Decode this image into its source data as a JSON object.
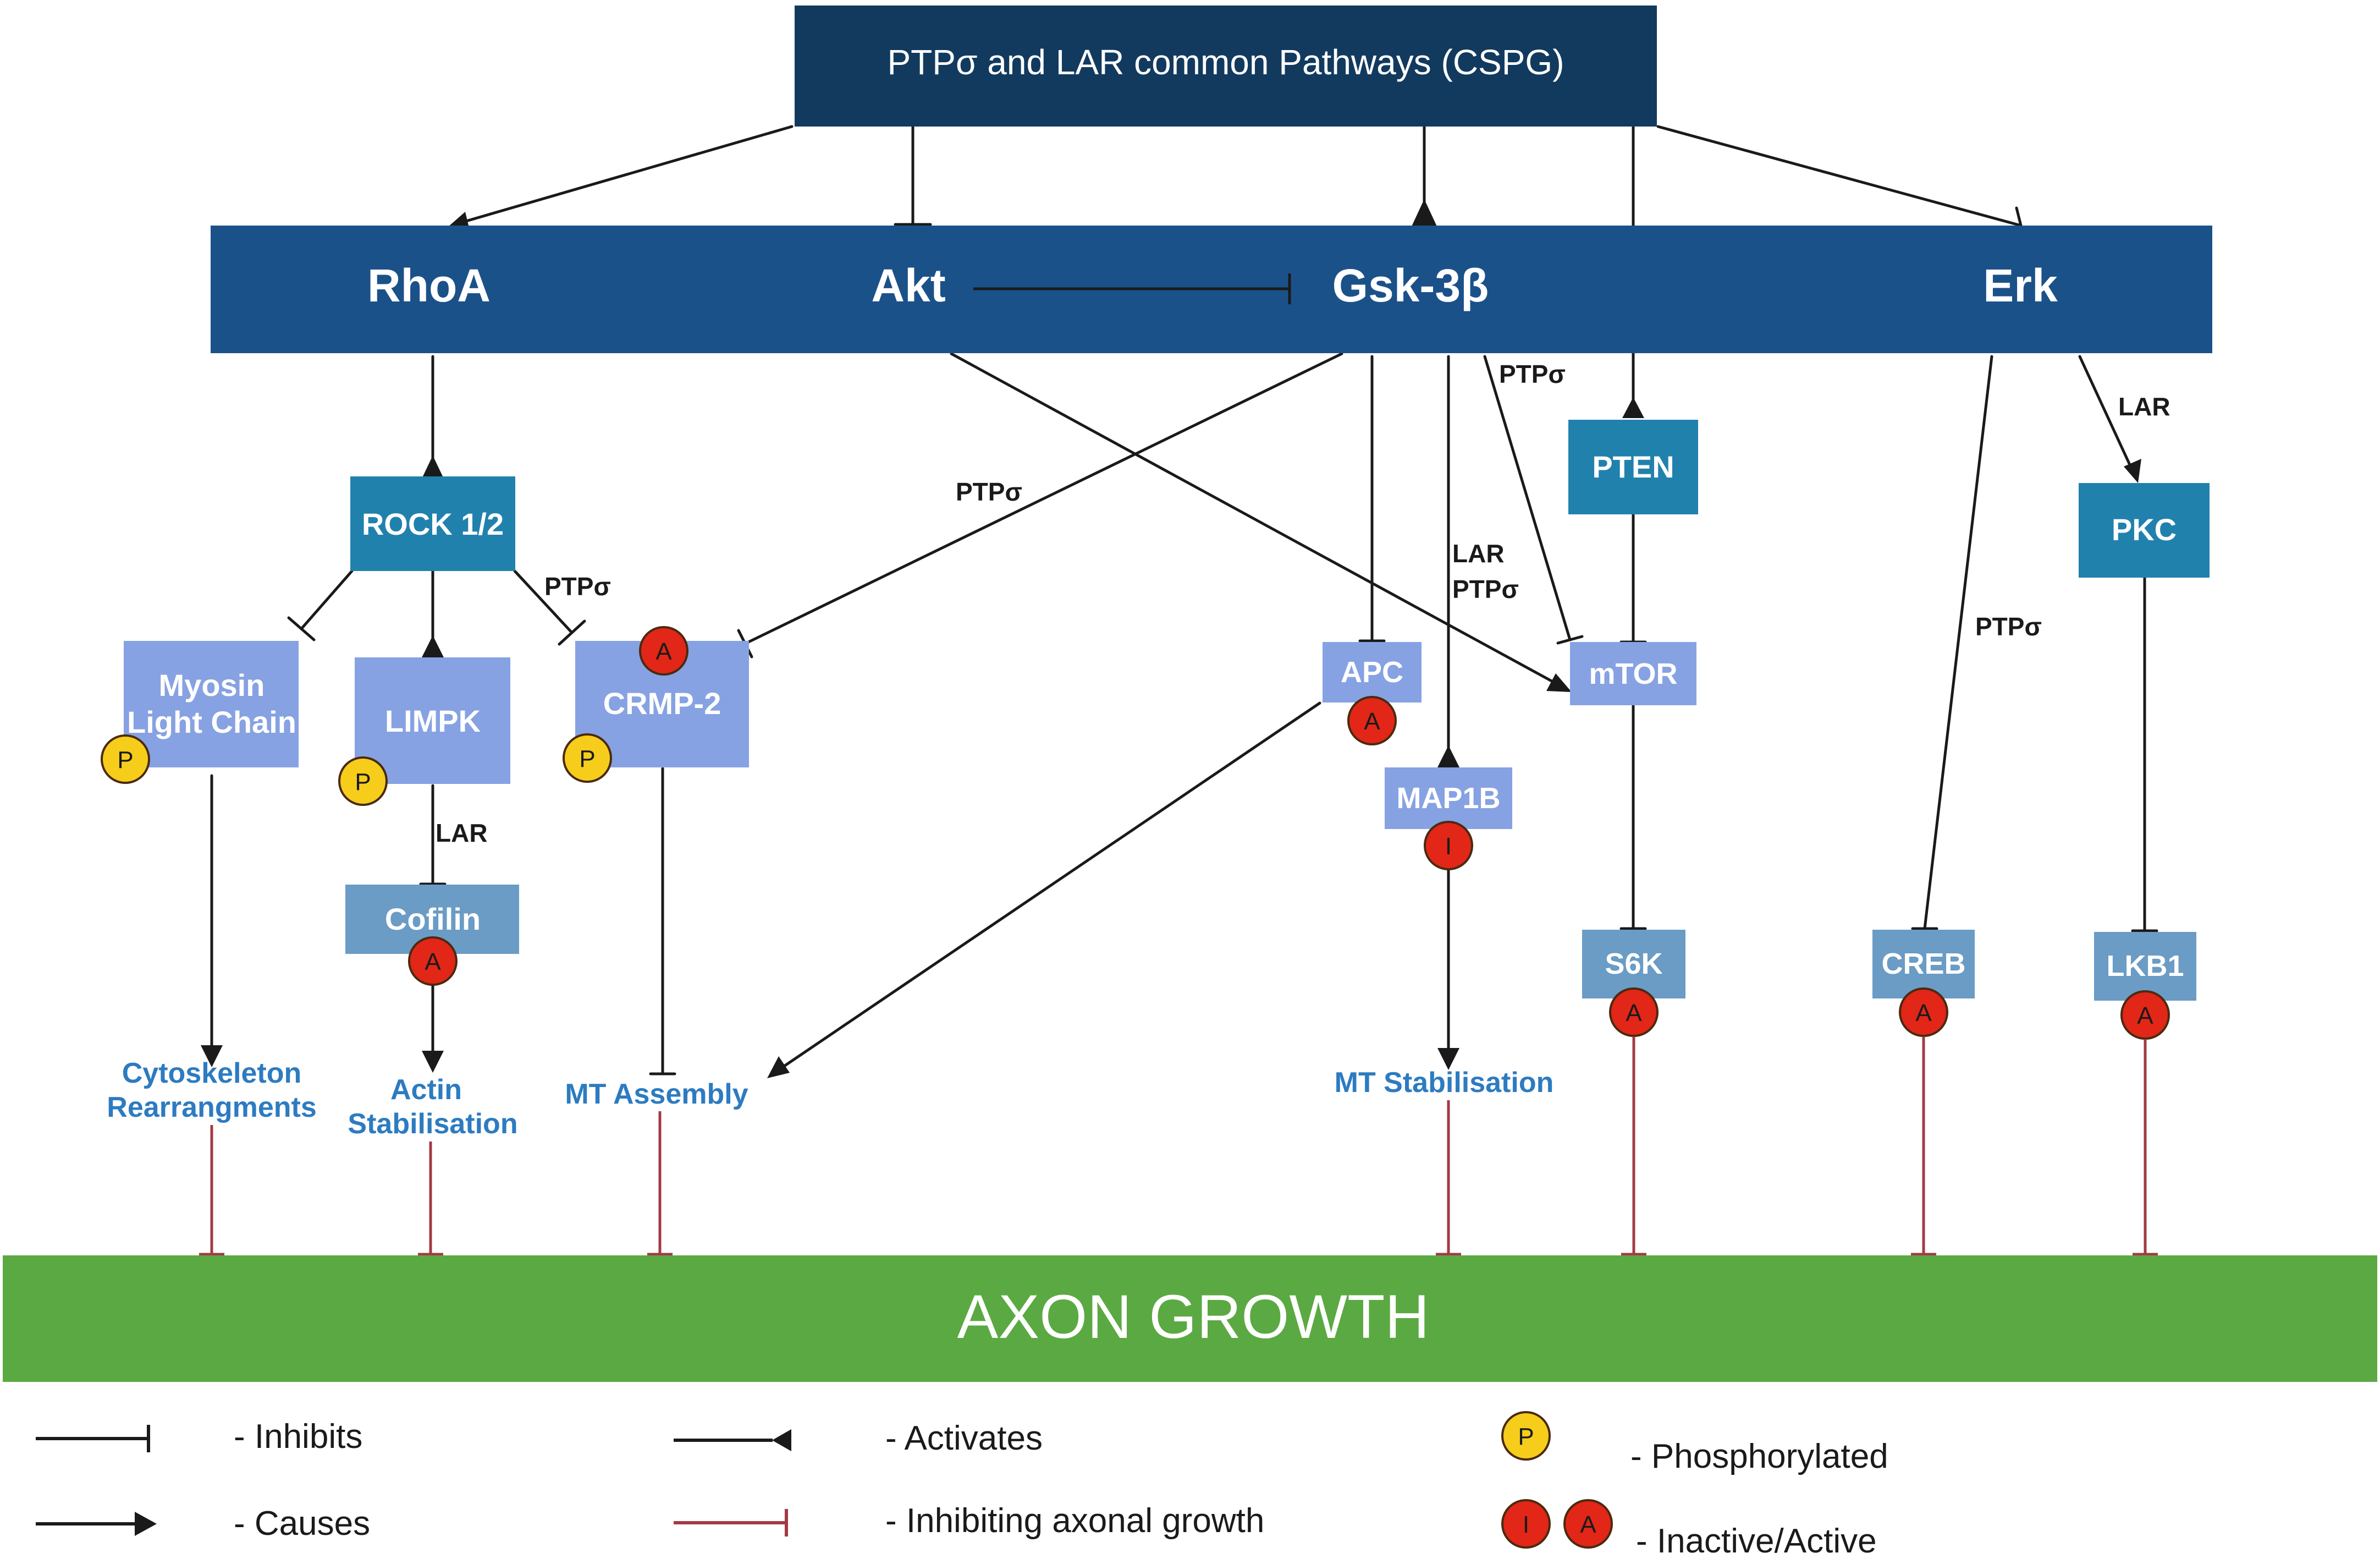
{
  "colors": {
    "header_bg": "#123a5e",
    "main_bar_bg": "#1b5189",
    "tier2_box": "#2181ad",
    "tier3_box": "#87a2e3",
    "tier4_box": "#6a9cc5",
    "outcome_text": "#2d7bc1",
    "axon_green": "#5ba942",
    "arrow_black": "#1a1a1a",
    "inhibit_red": "#a33a45",
    "phospho_yellow": "#f6cd1b",
    "state_red": "#e22617",
    "white": "#ffffff"
  },
  "header": {
    "title": "PTPσ and LAR common Pathways (CSPG)"
  },
  "main_nodes": {
    "rhoa": "RhoA",
    "akt": "Akt",
    "gsk3b": "Gsk-3β",
    "erk": "Erk"
  },
  "nodes": {
    "rock": "ROCK 1/2",
    "myosin_line1": "Myosin",
    "myosin_line2": "Light Chain",
    "limpk": "LIMPK",
    "cofilin": "Cofilin",
    "crmp2": "CRMP-2",
    "apc": "APC",
    "map1b": "MAP1B",
    "pten": "PTEN",
    "mtor": "mTOR",
    "s6k": "S6K",
    "creb": "CREB",
    "pkc": "PKC",
    "lkb1": "LKB1"
  },
  "badges": {
    "phosphorylated": "P",
    "active": "A",
    "inactive": "I"
  },
  "edge_labels": {
    "ptp_crmp_from_rock": "PTPσ",
    "ptp_crmp_from_gsk": "PTPσ",
    "ptp_mtor_from_gsk": "PTPσ",
    "lar_map1b": "LAR",
    "ptp_map1b": "PTPσ",
    "lar_cofilin": "LAR",
    "lar_pkc": "LAR",
    "ptp_creb": "PTPσ"
  },
  "outcomes": {
    "cytoskeleton_line1": "Cytoskeleton",
    "cytoskeleton_line2": "Rearrangments",
    "actin_line1": "Actin",
    "actin_line2": "Stabilisation",
    "mt_assembly": "MT Assembly",
    "mt_stabilisation": "MT Stabilisation"
  },
  "axon_growth": "AXON GROWTH",
  "legend": {
    "inhibits": "- Inhibits",
    "causes": "- Causes",
    "activates": "- Activates",
    "inhibiting_axonal_growth": "- Inhibiting axonal growth",
    "phosphorylated": "- Phosphorylated",
    "inactive_active": "- Inactive/Active"
  }
}
